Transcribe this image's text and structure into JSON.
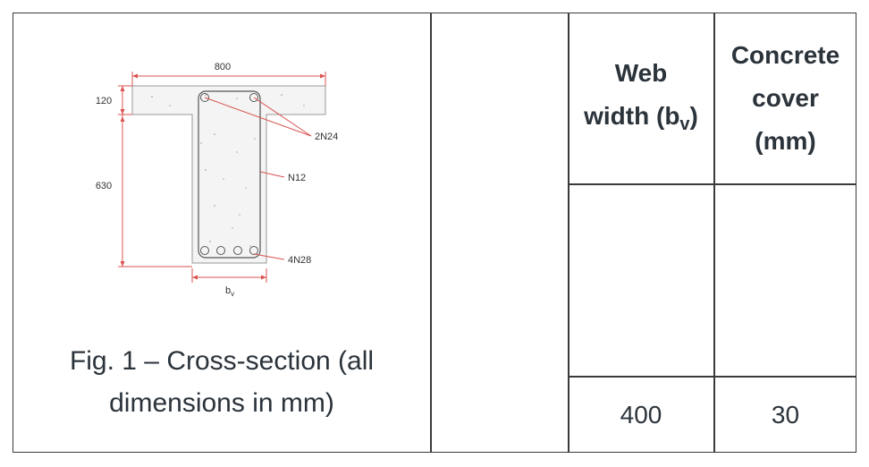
{
  "figure": {
    "caption_line1": "Fig. 1 – Cross-section (all",
    "caption_line2": "dimensions in mm)",
    "dim_flange_width": "800",
    "dim_flange_depth": "120",
    "dim_web_depth": "630",
    "label_top_bars": "2N24",
    "label_stirrup": "N12",
    "label_bottom_bars": "4N28",
    "label_web_width": "b",
    "label_web_width_sub": "v"
  },
  "table": {
    "col1_header_line1": "Web",
    "col1_header_line2": "width (b",
    "col1_header_sub": "v",
    "col1_header_close": ")",
    "col2_header_line1": "Concrete",
    "col2_header_line2": "cover",
    "col2_header_line3": "(mm)",
    "col1_value": "400",
    "col2_value": "30"
  },
  "colors": {
    "border": "#3a3a3a",
    "text": "#2b333b",
    "dimension_red": "#d9534f"
  }
}
